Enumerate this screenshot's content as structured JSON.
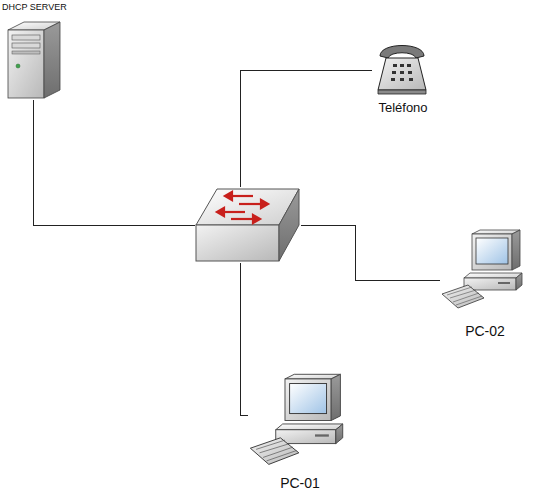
{
  "diagram": {
    "nodes": [
      {
        "text": [
          "DHCP SERVER"
        ]
      },
      {
        "text": [
          "Teléfono"
        ]
      },
      {
        "text": []
      },
      {
        "text": [
          "PC-02"
        ]
      },
      {
        "text": [
          "PC-01"
        ]
      }
    ],
    "edges": [
      {
        "from": 0,
        "to": 2,
        "arrow": "none"
      },
      {
        "from": 2,
        "to": 1,
        "arrow": "none"
      },
      {
        "from": 2,
        "to": 3,
        "arrow": "none"
      },
      {
        "from": 2,
        "to": 4,
        "arrow": "none"
      }
    ]
  }
}
